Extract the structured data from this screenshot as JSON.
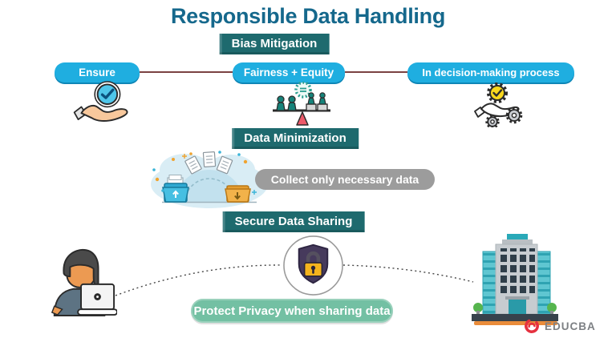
{
  "title": "Responsible Data Handling",
  "colors": {
    "title_text": "#15688c",
    "banner_bg": "#1e6a6e",
    "banner_text": "#ffffff",
    "pill_bg": "#1faee0",
    "pill_text": "#ffffff",
    "connector_line": "#7b4242",
    "note_gray_bg": "#9c9c9c",
    "note_green_bg": "#73c0a3",
    "brand_accent": "#e5313f",
    "brand_text": "#7d8084"
  },
  "sections": {
    "bias": {
      "banner": "Bias Mitigation",
      "pills": [
        {
          "label": "Ensure",
          "icon": "hand-check-icon"
        },
        {
          "label": "Fairness + Equity",
          "icon": "equality-balance-icon"
        },
        {
          "label": "In decision-making process",
          "icon": "decision-gears-icon"
        }
      ]
    },
    "minimization": {
      "banner": "Data Minimization",
      "note": "Collect only necessary data",
      "icon": "folders-data-transfer-illustration"
    },
    "sharing": {
      "banner": "Secure Data Sharing",
      "note": "Protect Privacy when sharing data",
      "icons": [
        "person-laptop-illustration",
        "lock-shield-icon",
        "office-building-illustration"
      ]
    }
  },
  "brand": {
    "name": "EDUCBA",
    "logo_icon": "educba-e-icon"
  }
}
